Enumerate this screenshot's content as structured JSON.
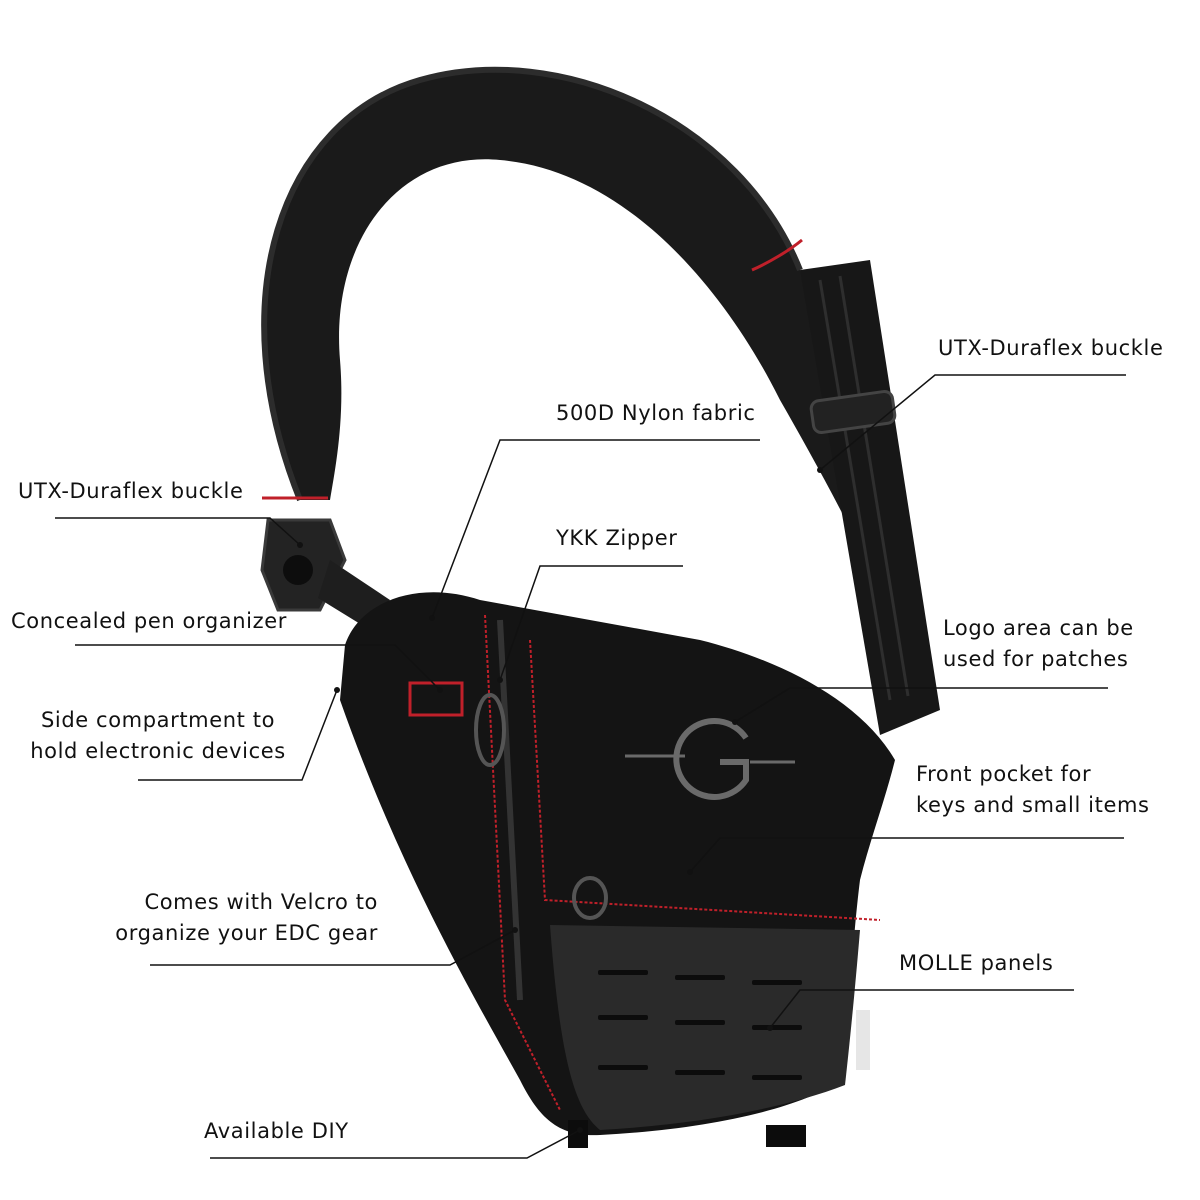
{
  "colors": {
    "background": "#ffffff",
    "bag": "#141414",
    "strap": "#1a1a1a",
    "stitching": "#c0202a",
    "molle_panel": "#2a2a2a",
    "leader_line": "#111111",
    "label_text": "#111111"
  },
  "icons": {
    "left_buckle": "side-release-buckle-icon",
    "right_buckle": "ladder-lock-buckle-icon",
    "zipper_pull": "ring-zipper-pull-icon",
    "logo": "g-logo-icon"
  },
  "callouts": {
    "utx_buckle_right": {
      "text": "UTX-Duraflex buckle"
    },
    "nylon_fabric": {
      "text": "500D Nylon fabric"
    },
    "utx_buckle_left": {
      "text": "UTX-Duraflex buckle"
    },
    "ykk_zipper": {
      "text": "YKK Zipper"
    },
    "pen_organizer": {
      "text": "Concealed pen organizer"
    },
    "logo_area": {
      "line1": "Logo area can be",
      "line2": "used for patches"
    },
    "side_compartment": {
      "line1": "Side compartment to",
      "line2": "hold electronic devices"
    },
    "front_pocket": {
      "line1": "Front pocket for",
      "line2": "keys and small items"
    },
    "velcro": {
      "line1": "Comes with Velcro to",
      "line2": "organize your EDC gear"
    },
    "molle": {
      "text": "MOLLE panels"
    },
    "diy": {
      "text": "Available DIY"
    }
  }
}
